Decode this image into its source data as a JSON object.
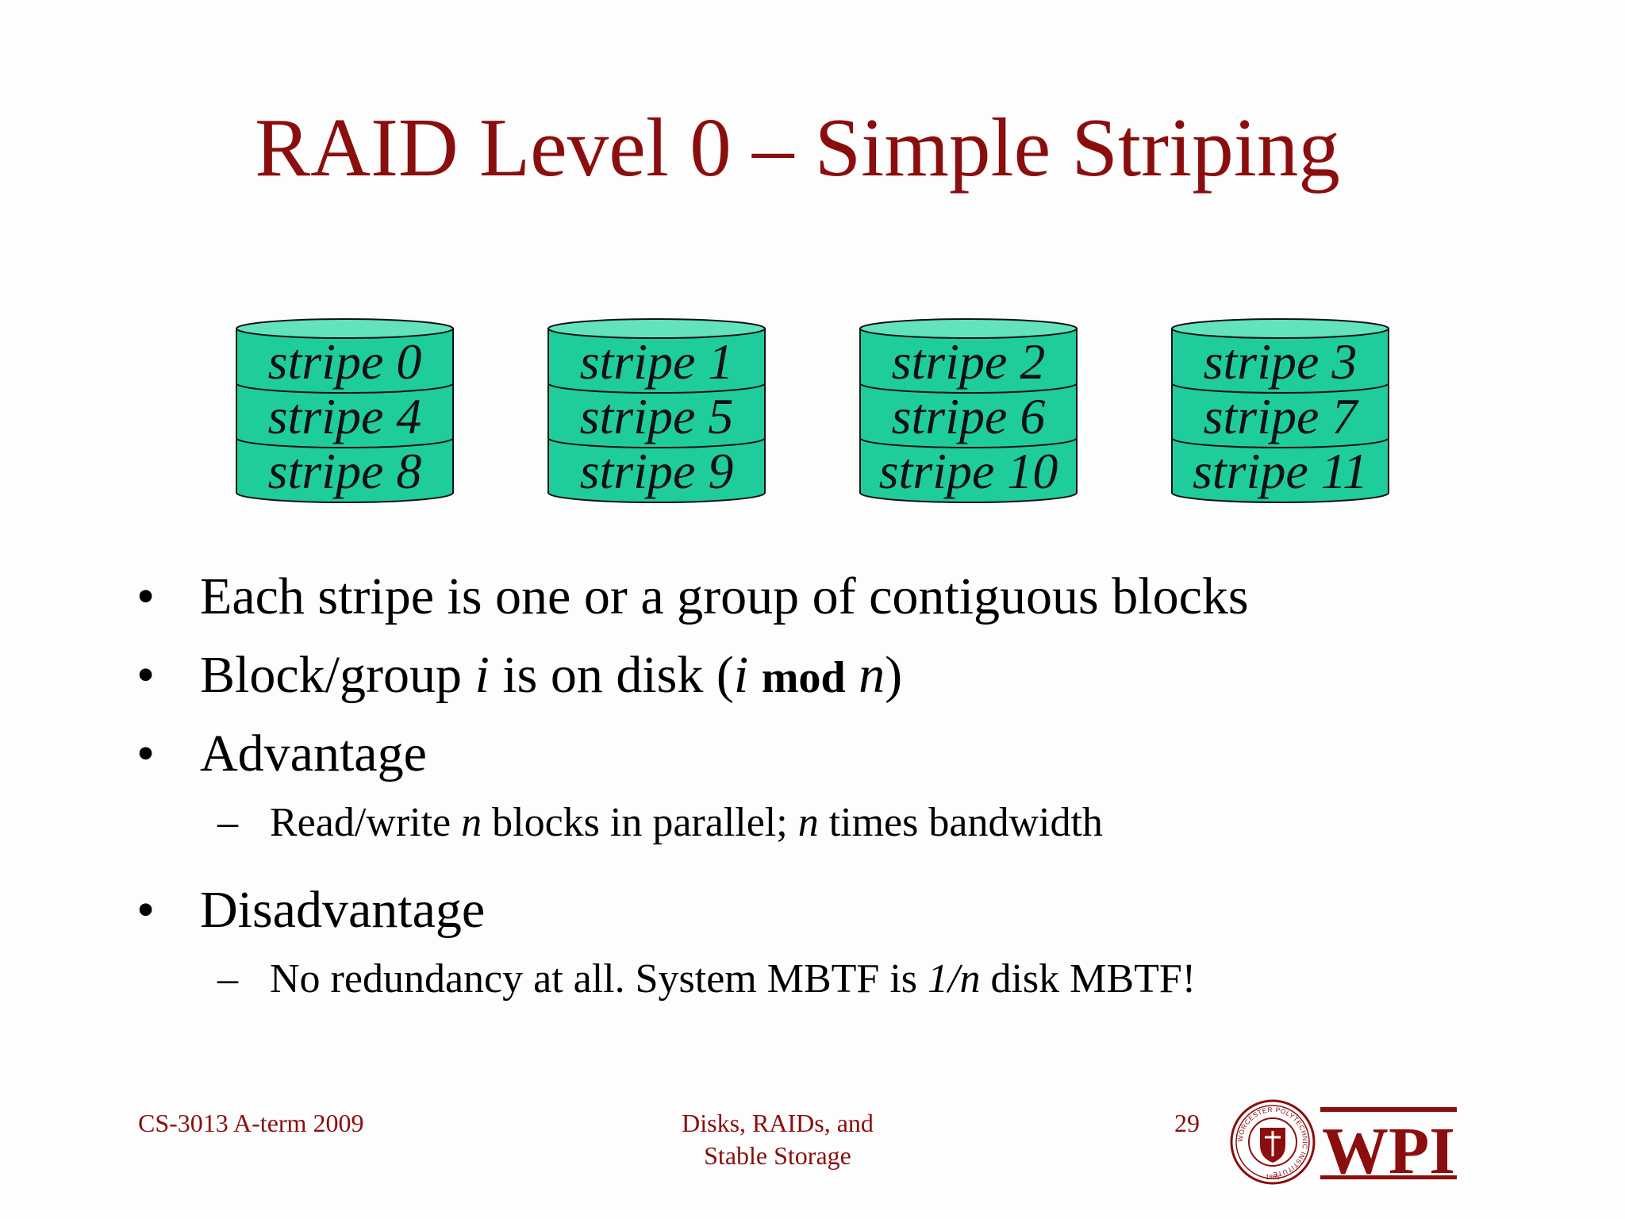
{
  "title": "RAID Level 0 – Simple Striping",
  "disks": [
    {
      "stripes": [
        "stripe 0",
        "stripe 4",
        "stripe 8"
      ]
    },
    {
      "stripes": [
        "stripe 1",
        "stripe 5",
        "stripe 9"
      ]
    },
    {
      "stripes": [
        "stripe 2",
        "stripe 6",
        "stripe 10"
      ]
    },
    {
      "stripes": [
        "stripe 3",
        "stripe 7",
        "stripe 11"
      ]
    }
  ],
  "bullets": {
    "b1": "Each stripe is one or a group of contiguous blocks",
    "b2": {
      "pre": "Block/group ",
      "i1": "i",
      "mid": " is on disk (",
      "i2": "i",
      "mod": "mod",
      "n": "n",
      "post": ")"
    },
    "b3": "Advantage",
    "b3_sub": {
      "pre": "Read/write ",
      "n1": "n",
      "mid": " blocks in parallel; ",
      "n2": "n",
      "post": " times bandwidth"
    },
    "b4": "Disadvantage",
    "b4_sub": {
      "pre": "No redundancy at all. System MBTF is ",
      "frac": "1/n",
      "post": " disk MBTF!"
    }
  },
  "footer": {
    "course": "CS-3013 A-term 2009",
    "topic_line1": "Disks, RAIDs, and",
    "topic_line2": "Stable Storage",
    "page": "29"
  },
  "logo": {
    "text": "WPI",
    "seal_text": "WORCESTER POLYTECHNIC INSTITUTE",
    "seal_year": "1865"
  },
  "colors": {
    "title": "#8b0e0e",
    "disk_fill": "#1fcc9c",
    "disk_top": "#62e3bd",
    "outline": "#111111"
  },
  "symbols": {
    "bullet": "•",
    "dash": "–"
  }
}
